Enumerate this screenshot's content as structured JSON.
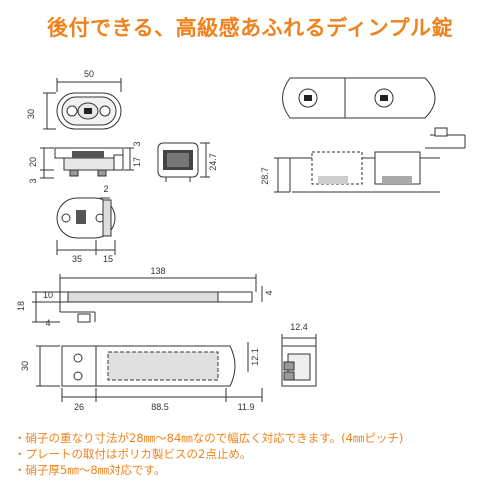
{
  "title": "後付できる、高級感あふれるディンプル錠",
  "dims": {
    "lock_width": "50",
    "lock_height": "30",
    "side_depth": "20",
    "side_base": "3",
    "side_total": "17",
    "side_top": "3",
    "front_height": "24.7",
    "bottom_gap": "2",
    "bottom_width": "35",
    "bottom_right": "15",
    "iso_height": "28.7",
    "strike_length": "138",
    "strike_right": "4",
    "strike_height": "18",
    "strike_upper": "10",
    "strike_lower": "4",
    "plate_height": "30",
    "plate_left": "26",
    "plate_mid": "88.5",
    "plate_right": "11.9",
    "plate_rhs": "12.1",
    "end_width": "12.4"
  },
  "notes": [
    "・硝子の重なり寸法が28㎜～84㎜なので幅広く対応できます。(4㎜ピッチ)",
    "・プレートの取付はポリカ製ビスの2点止め。",
    "・硝子厚5㎜～8㎜対応です。"
  ],
  "colors": {
    "title": "#f0821e",
    "notes": "#f0821e",
    "line": "#333333"
  }
}
